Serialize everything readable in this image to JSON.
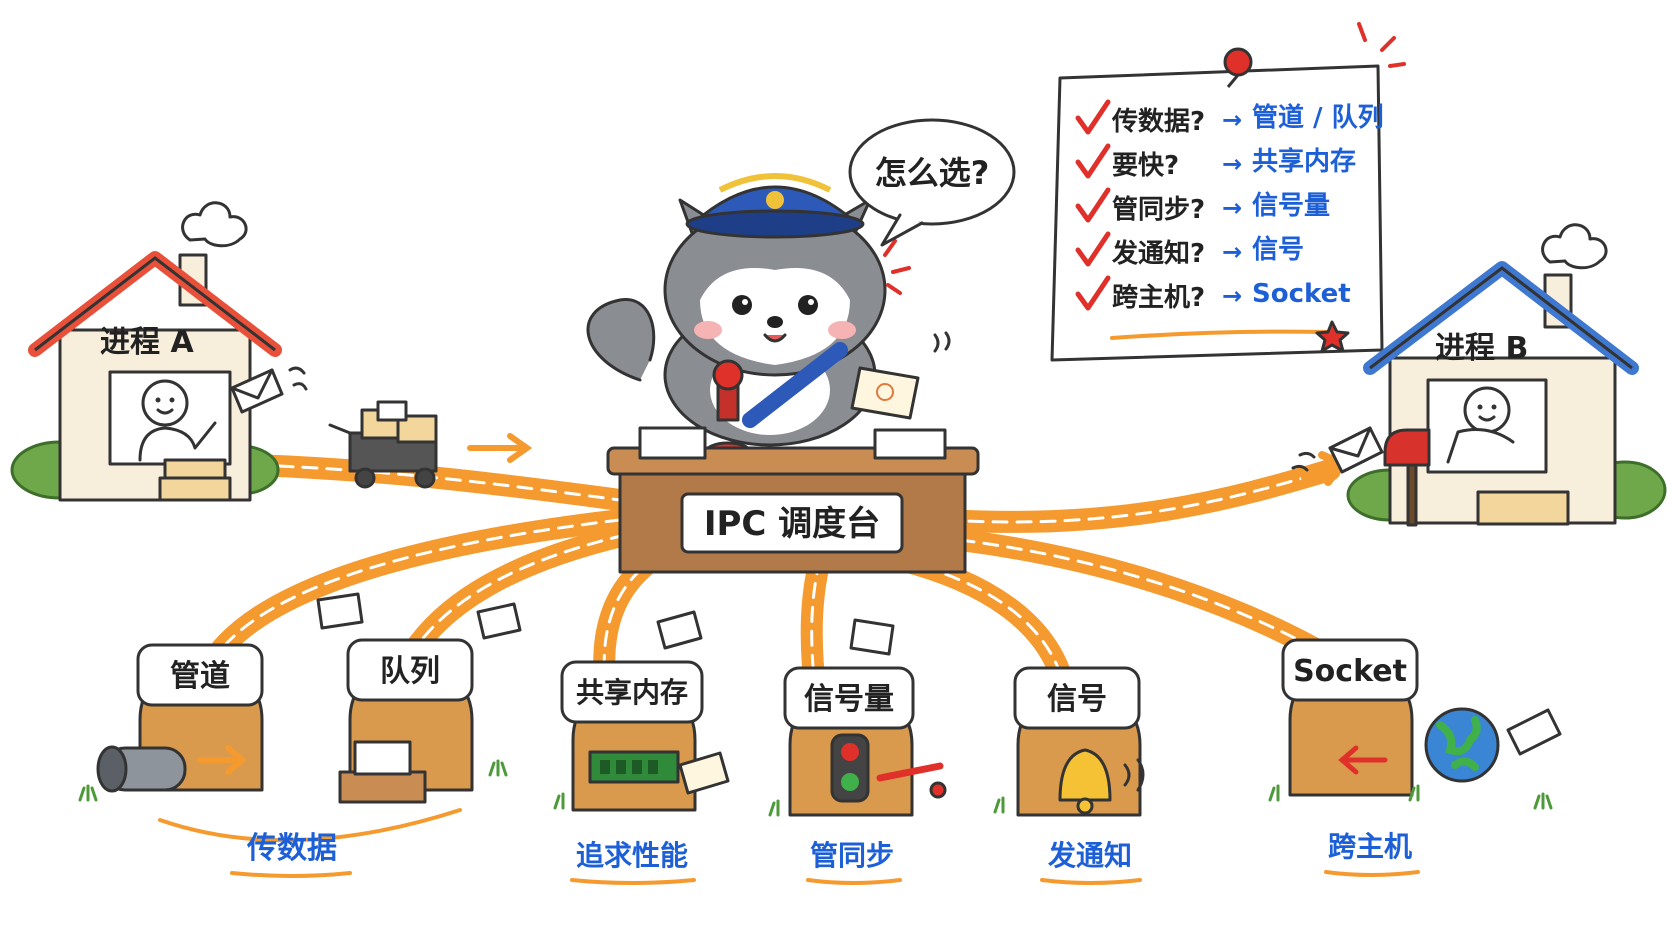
{
  "houses": {
    "a_label": "进程 A",
    "b_label": "进程 B"
  },
  "mascot": {
    "speech": "怎么选?"
  },
  "desk": {
    "label": "IPC 调度台"
  },
  "notes": [
    {
      "question": "传数据?",
      "answer": "管道 / 队列"
    },
    {
      "question": "要快?",
      "answer": "共享内存"
    },
    {
      "question": "管同步?",
      "answer": "信号量"
    },
    {
      "question": "发通知?",
      "answer": "信号"
    },
    {
      "question": "跨主机?",
      "answer": "Socket"
    }
  ],
  "stations": [
    {
      "sign": "管道"
    },
    {
      "sign": "队列"
    },
    {
      "sign": "共享内存"
    },
    {
      "sign": "信号量"
    },
    {
      "sign": "信号"
    },
    {
      "sign": "Socket"
    }
  ],
  "captions": [
    "传数据",
    "追求性能",
    "管同步",
    "发通知",
    "跨主机"
  ],
  "colors": {
    "road": "#f59a2e",
    "roof_a": "#e8503a",
    "roof_b": "#3f78d0",
    "blue_text": "#1d5fd6",
    "check": "#e0302a",
    "door": "#d99a4e"
  }
}
